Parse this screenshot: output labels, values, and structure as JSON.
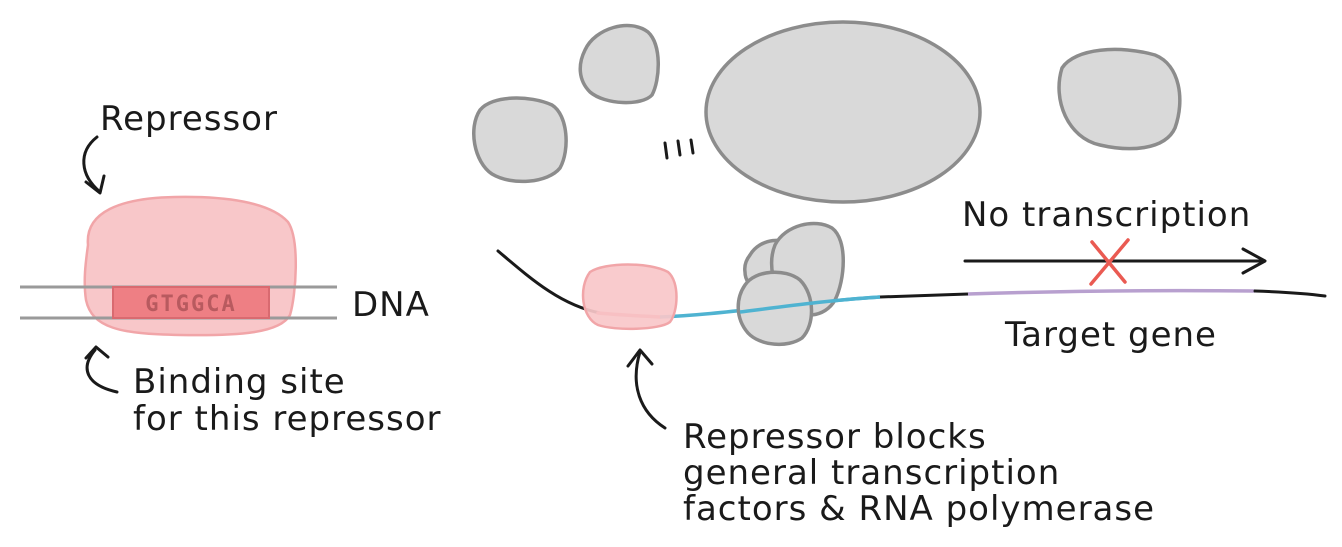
{
  "labels": {
    "repressor": "Repressor",
    "binding_site_sequence": "GTGGCA",
    "dna": "DNA",
    "binding_site_line1": "Binding site",
    "binding_site_line2": "for this repressor",
    "ellipsis": "'''",
    "no_transcription": "No transcription",
    "target_gene": "Target gene",
    "blocks_line1": "Repressor blocks",
    "blocks_line2": "general transcription",
    "blocks_line3": "factors & RNA polymerase"
  },
  "colors": {
    "repressor_fill": "#f8c7c9",
    "repressor_stroke": "#f1a5a8",
    "binding_site_fill": "#ee7f84",
    "binding_site_text": "#b85a5f",
    "dna_strand": "#9a9a9a",
    "protein_fill": "#d9d9d9",
    "protein_stroke": "#8c8c8c",
    "promoter_blue": "#4fb3d1",
    "gene_purple": "#b8a0cf",
    "blocked_x": "#ea5a52",
    "ink": "#1a1a1a"
  }
}
